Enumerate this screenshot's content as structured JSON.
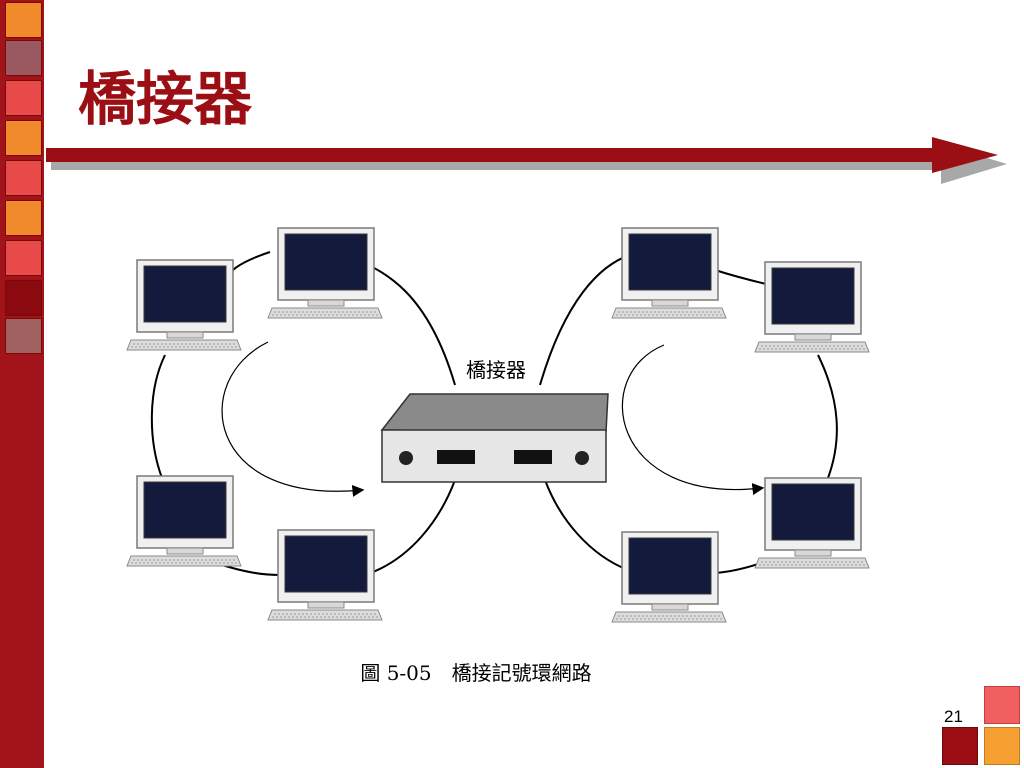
{
  "slide": {
    "title": "橋接器",
    "page_number": "21"
  },
  "figure": {
    "device_label": "橋接器",
    "caption": "圖 5-05　橋接記號環網路"
  },
  "colors": {
    "accent_dark_red": "#9a0e14",
    "band_red": "#a3141a",
    "orange": "#f08a2a",
    "coral": "#f06060",
    "screen_navy": "#141a3c"
  }
}
